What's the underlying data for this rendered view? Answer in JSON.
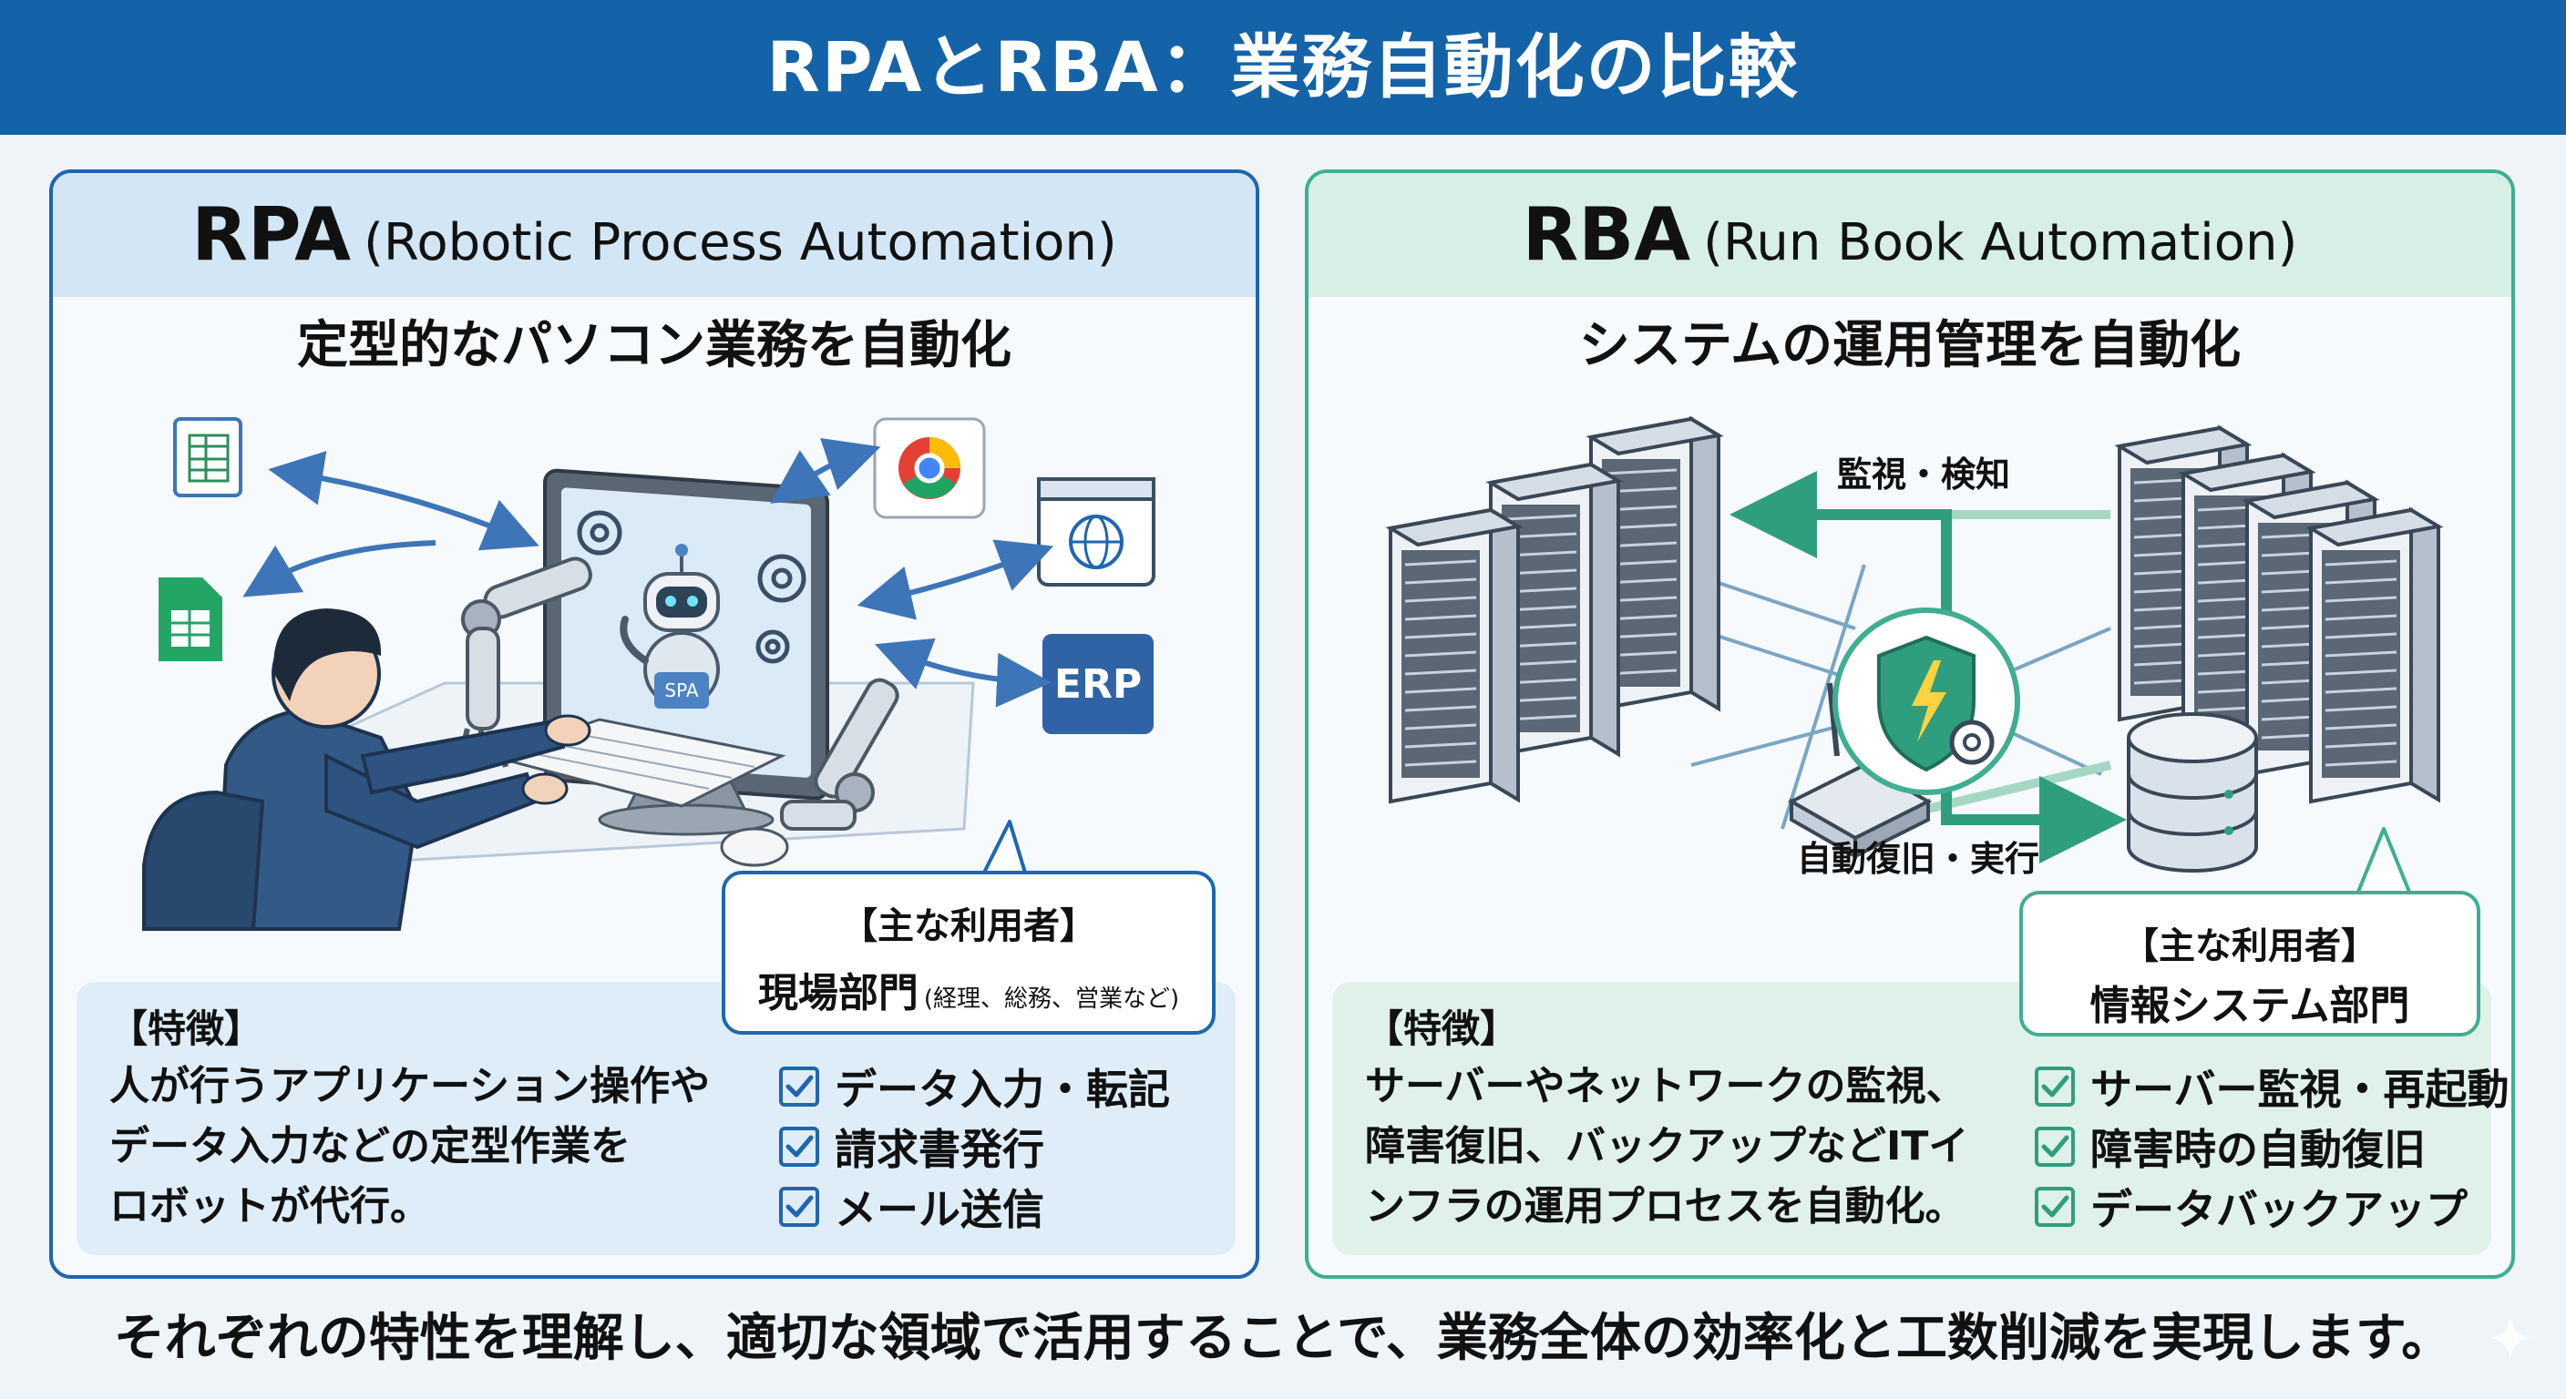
{
  "header": {
    "title": "RPAとRBA：業務自動化の比較"
  },
  "rpa": {
    "abbr": "RPA",
    "full_name": "(Robotic Process Automation)",
    "subtitle": "定型的なパソコン業務を自動化",
    "screen_badge": "SPA",
    "erp_label": "ERP",
    "users": {
      "label": "【主な利用者】",
      "value": "現場部門",
      "note": "(経理、総務、営業など)"
    },
    "features": {
      "title": "【特徴】",
      "description_lines": [
        "人が行うアプリケーション操作や",
        "データ入力などの定型作業を",
        "ロボットが代行。"
      ],
      "checklist": [
        "データ入力・転記",
        "請求書発行",
        "メール送信"
      ]
    },
    "accent_color": "#1e66b0"
  },
  "rba": {
    "abbr": "RBA",
    "full_name": "(Run Book Automation)",
    "subtitle": "システムの運用管理を自動化",
    "flow_top": "監視・検知",
    "flow_bottom": "自動復旧・実行",
    "users": {
      "label": "【主な利用者】",
      "value": "情報システム部門"
    },
    "features": {
      "title": "【特徴】",
      "description_lines": [
        "サーバーやネットワークの監視、",
        "障害復旧、バックアップなどITイ",
        "ンフラの運用プロセスを自動化。"
      ],
      "checklist": [
        "サーバー監視・再起動",
        "障害時の自動復旧",
        "データバックアップ"
      ]
    },
    "accent_color": "#3fae92"
  },
  "footer": {
    "text": "それぞれの特性を理解し、適切な領域で活用することで、業務全体の効率化と工数削減を実現します。"
  },
  "icons": [
    "spreadsheet-icon",
    "sheets-icon",
    "chrome-icon",
    "web-globe-icon",
    "erp-icon",
    "robot-icon",
    "gear-icon",
    "shield-lightning-icon",
    "server-rack-icon",
    "router-icon",
    "database-icon",
    "check-icon"
  ]
}
